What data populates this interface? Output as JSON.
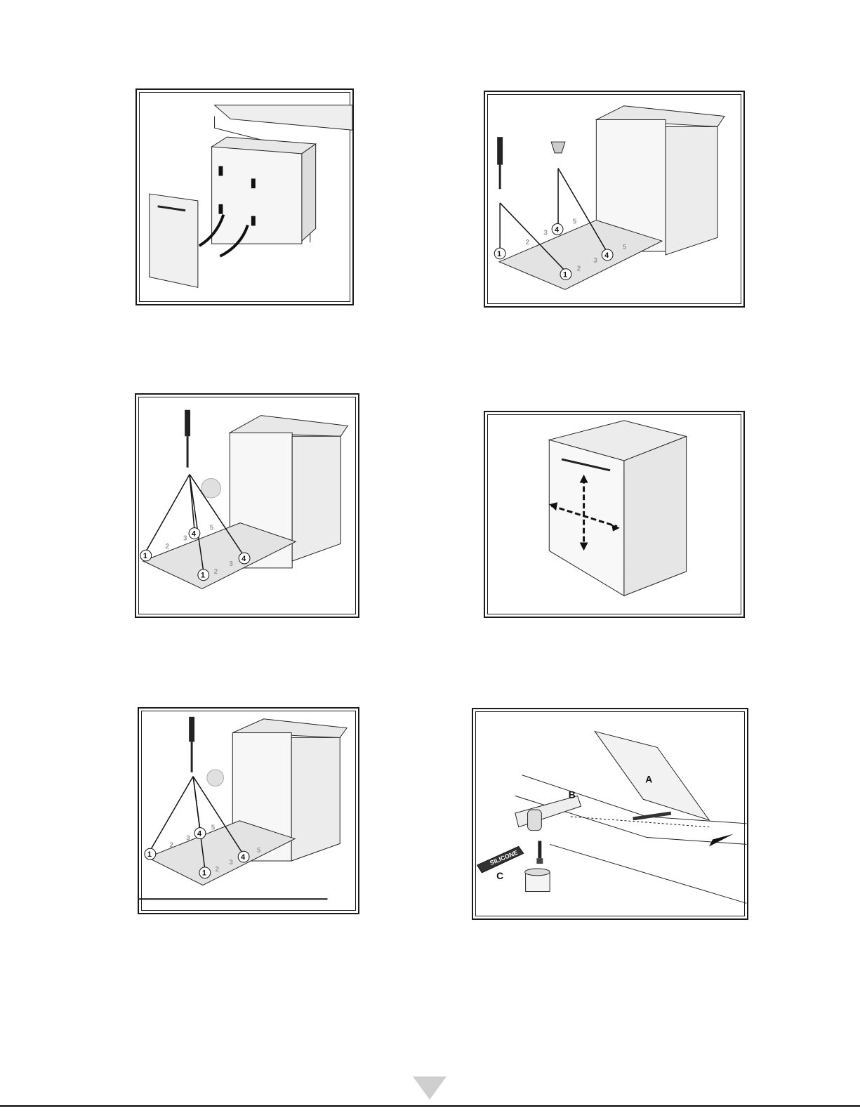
{
  "panels": {
    "p2": {
      "callouts": [
        "1",
        "4",
        "1",
        "4"
      ],
      "hole_numbers_back": [
        "2",
        "3",
        "5"
      ],
      "hole_numbers_front": [
        "2",
        "3",
        "5"
      ]
    },
    "p3": {
      "callouts": [
        "1",
        "4",
        "1",
        "4"
      ],
      "hole_numbers_back": [
        "2",
        "3",
        "5"
      ],
      "hole_numbers_front": [
        "2",
        "3"
      ]
    },
    "p5": {
      "callouts": [
        "1",
        "4",
        "1",
        "4"
      ],
      "hole_numbers_back": [
        "2",
        "3",
        "5"
      ],
      "hole_numbers_front": [
        "2",
        "3",
        "5"
      ]
    },
    "p6": {
      "label_a": "A",
      "label_b": "B",
      "label_c": "C",
      "tube_text": "SILICONE"
    }
  },
  "colors": {
    "line": "#1a1a1a",
    "panel_grey": "#e6e6e6",
    "hole_numbers": "#999999",
    "marker": "#cfcfcf"
  },
  "icons": [
    "screwdriver-icon",
    "plug-icon",
    "arrow-icon",
    "saw-icon",
    "pencil-icon",
    "silicone-tube-icon",
    "brush-icon",
    "pot-icon"
  ]
}
